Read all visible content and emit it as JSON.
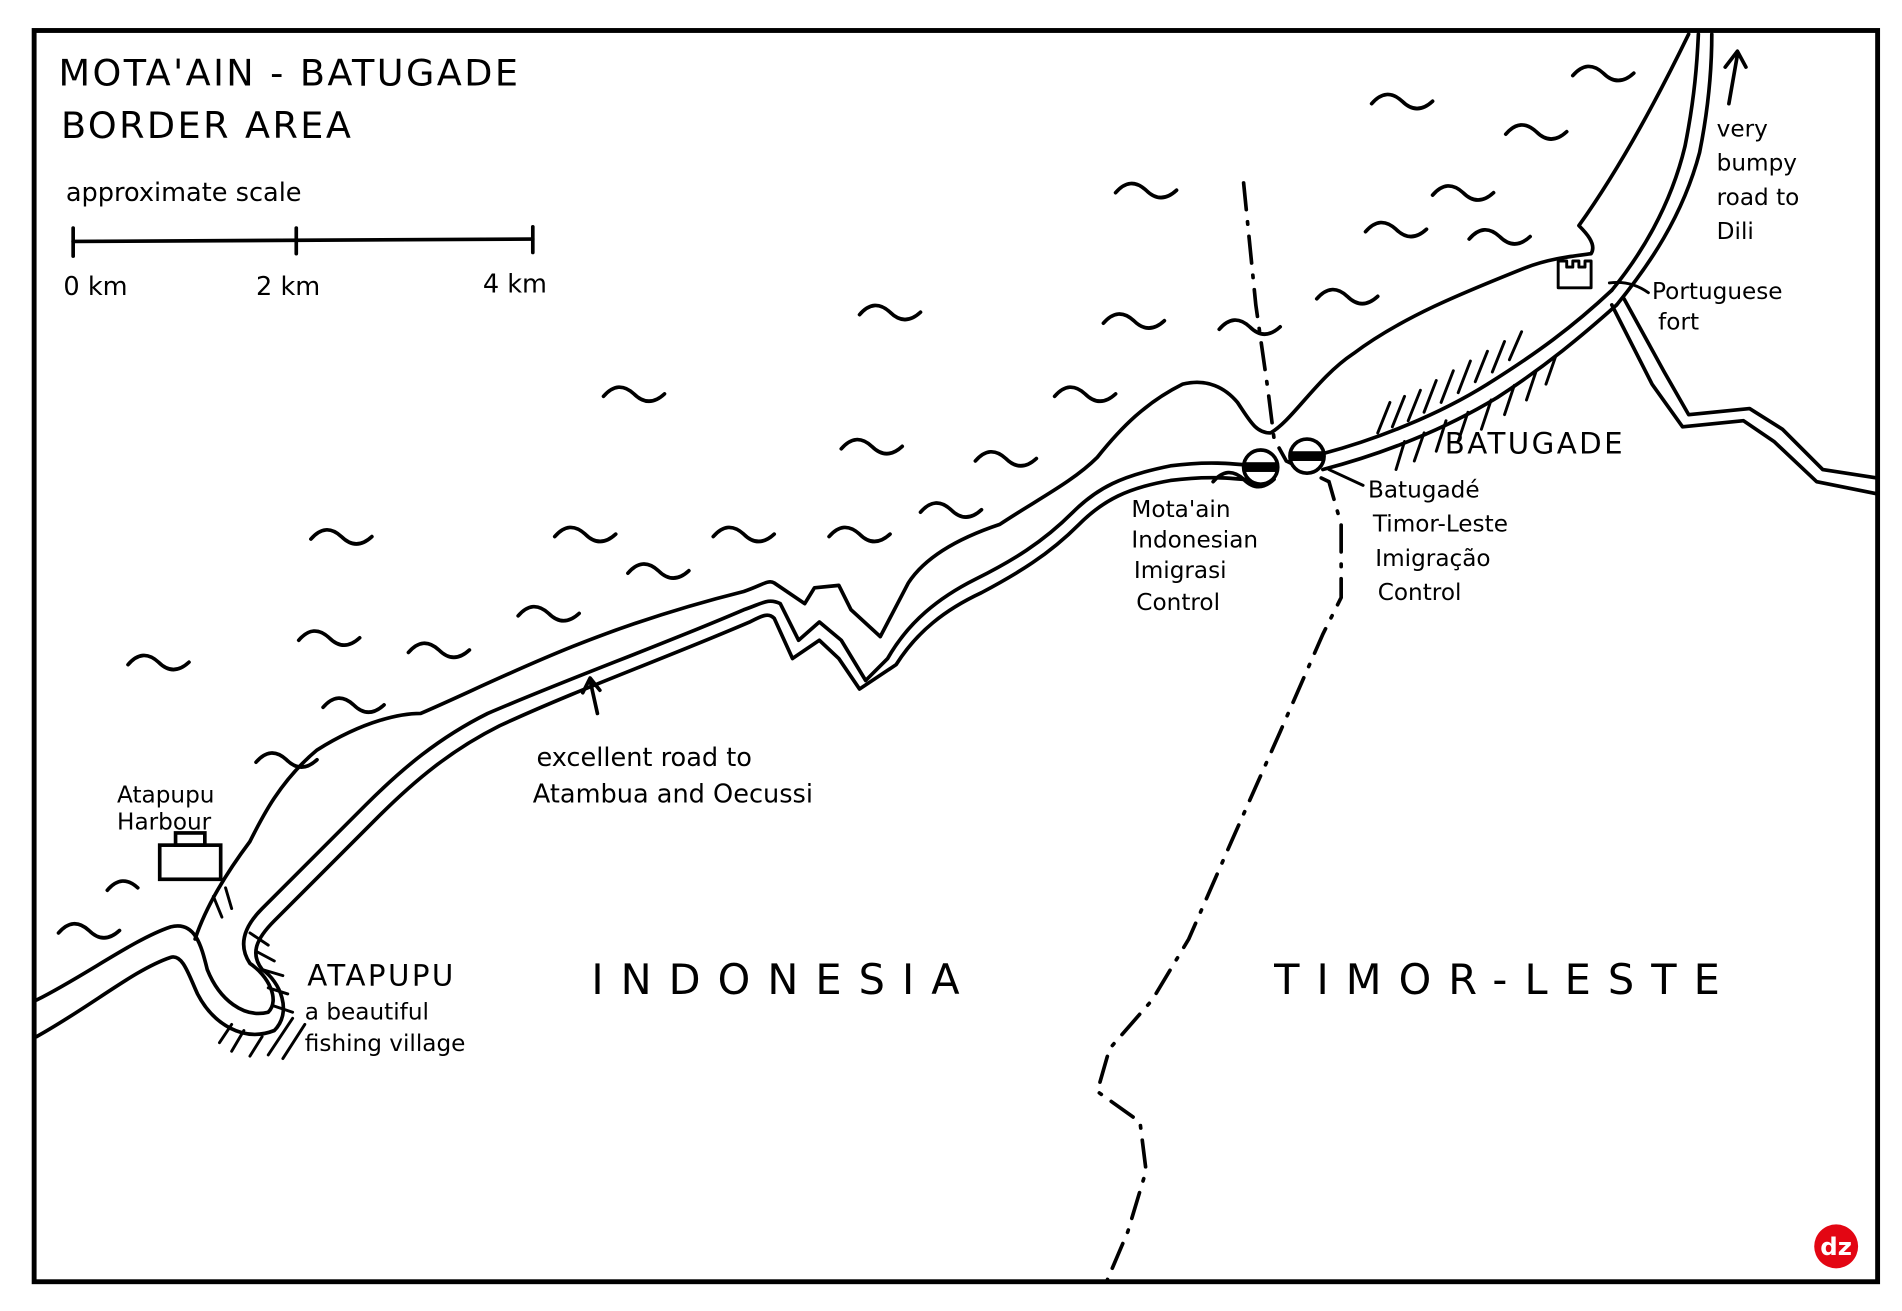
{
  "map": {
    "title_line1": "MOTA'AIN - BATUGADE",
    "title_line2": "BORDER AREA",
    "scale": {
      "label": "approximate scale",
      "ticks": [
        "0 km",
        "2 km",
        "4 km"
      ]
    },
    "countries": {
      "west": "INDONESIA",
      "east": "TIMOR-LESTE"
    },
    "places": {
      "atapupu": {
        "name": "ATAPUPU",
        "desc_line1": "a beautiful",
        "desc_line2": "fishing village"
      },
      "harbour": {
        "line1": "Atapupu",
        "line2": "Harbour"
      },
      "batugade": {
        "name": "BATUGADE"
      },
      "fort": {
        "line1": "Portuguese",
        "line2": "fort"
      }
    },
    "border_posts": {
      "indonesia": {
        "line1": "Mota'ain",
        "line2": "Indonesian",
        "line3": "Imigrasi",
        "line4": "Control"
      },
      "timor_leste": {
        "line1": "Batugadé",
        "line2": "Timor-Leste",
        "line3": "Imigração",
        "line4": "Control"
      }
    },
    "roads": {
      "west_note_line1": "excellent road to",
      "west_note_line2": "Atambua and Oecussi",
      "east_note_line1": "very",
      "east_note_line2": "bumpy",
      "east_note_line3": "road to",
      "east_note_line4": "Dili"
    },
    "icons": {
      "sea": "wave-tilde-icon",
      "harbour": "ship-icon",
      "fort": "castle-icon",
      "checkpoint": "border-post-icon",
      "direction": "arrow-up-icon"
    },
    "colors": {
      "ink": "#000000",
      "paper": "#ffffff",
      "logo_red": "#e30613"
    },
    "logo": "dz"
  }
}
